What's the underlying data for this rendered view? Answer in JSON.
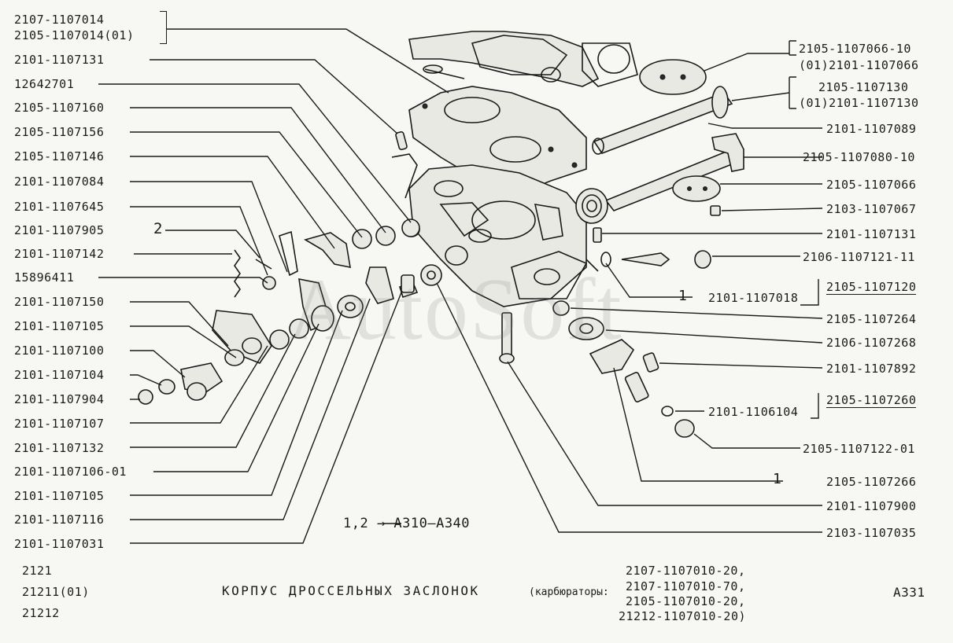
{
  "left_labels": {
    "l1": "2107-1107014",
    "l2": "2105-1107014(01)",
    "l3": "2101-1107131",
    "l4": "12642701",
    "l5": "2105-1107160",
    "l6": "2105-1107156",
    "l7": "2105-1107146",
    "l8": "2101-1107084",
    "l9": "2101-1107645",
    "l10": "2101-1107905",
    "l10_ref": "2",
    "l11": "2101-1107142",
    "l12": "15896411",
    "l13": "2101-1107150",
    "l14": "2101-1107105",
    "l15": "2101-1107100",
    "l16": "2101-1107104",
    "l17": "2101-1107904",
    "l18": "2101-1107107",
    "l19": "2101-1107132",
    "l20": "2101-1107106-01",
    "l21": "2101-1107105",
    "l22": "2101-1107116",
    "l23": "2101-1107031"
  },
  "right_labels": {
    "r1": "2105-1107066-10",
    "r2": "(01)2101-1107066",
    "r3": "2105-1107130",
    "r4": "(01)2101-1107130",
    "r5": "2101-1107089",
    "r6": "2105-1107080-10",
    "r7": "2105-1107066",
    "r8": "2103-1107067",
    "r9": "2101-1107131",
    "r10": "2106-1107121-11",
    "r11": "2105-1107120",
    "r12_ref": "1",
    "r12": "2101-1107018",
    "r13": "2105-1107264",
    "r14": "2106-1107268",
    "r15": "2101-1107892",
    "r16": "2105-1107260",
    "r17": "2101-1106104",
    "r18": "2105-1107122-01",
    "r19_ref": "1",
    "r19": "2105-1107266",
    "r20": "2101-1107900",
    "r21": "2103-1107035"
  },
  "reference_note": "1,2 → A310–A340",
  "watermark": "AutoSoft",
  "footer": {
    "models": [
      "2121",
      "21211(01)",
      "21212"
    ],
    "title": "КОРПУС ДРОССЕЛЬНЫХ ЗАСЛОНОК",
    "subtitle_prefix": "(карбюраторы:",
    "carburetors": [
      "2107-1107010-20,",
      "2107-1107010-70,",
      "2105-1107010-20,",
      "21212-1107010-20)"
    ],
    "page_code": "A331"
  }
}
